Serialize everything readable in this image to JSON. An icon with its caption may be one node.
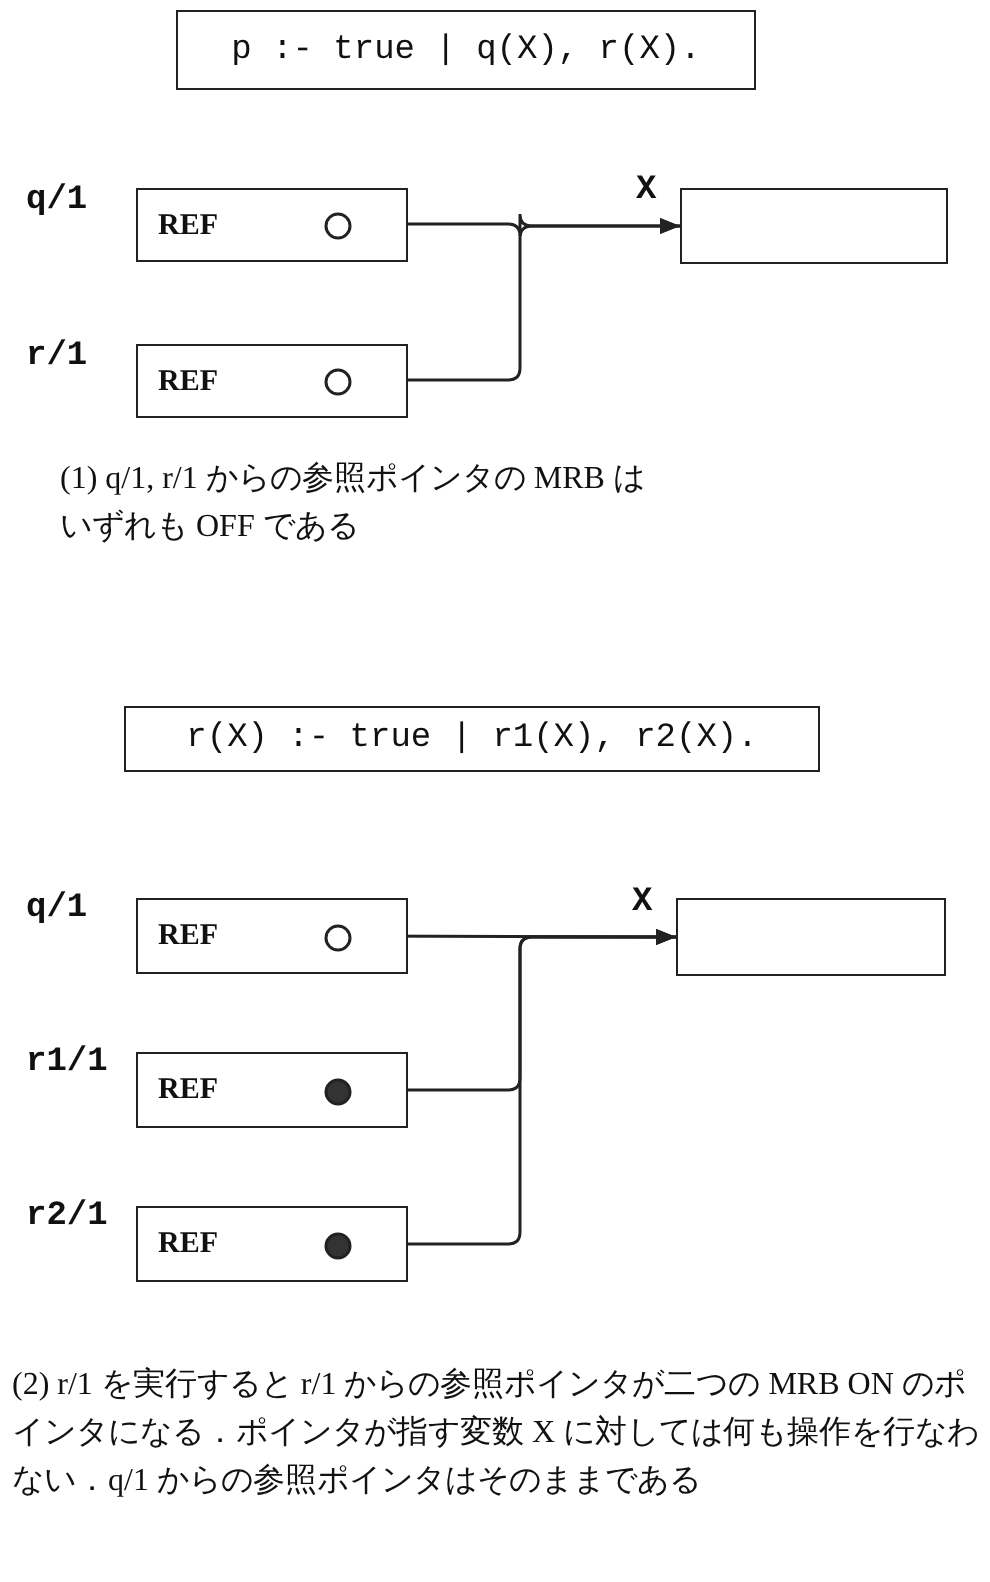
{
  "diagram": {
    "nodes": [
      {
        "text": [
          "p :- true | q(X), r(X)."
        ]
      },
      {
        "text": [
          "q/1",
          "REF"
        ]
      },
      {
        "text": [],
        "shape": "circle",
        "in": 1
      },
      {
        "text": [
          "r/1",
          "REF"
        ]
      },
      {
        "text": [],
        "shape": "circle",
        "in": 3
      },
      {
        "text": [
          "X"
        ]
      },
      {
        "text": [
          "r(X) :- true | r1(X), r2(X)."
        ]
      },
      {
        "text": [
          "q/1",
          "REF"
        ]
      },
      {
        "text": [],
        "shape": "circle",
        "in": 7
      },
      {
        "text": [
          "r1/1",
          "REF"
        ]
      },
      {
        "text": [],
        "shape": "dot",
        "in": 9
      },
      {
        "text": [
          "r2/1",
          "REF"
        ]
      },
      {
        "text": [],
        "shape": "dot",
        "in": 11
      },
      {
        "text": [
          "X"
        ]
      }
    ],
    "edges": [
      {
        "from": 2,
        "to": 5,
        "arrow": "to"
      },
      {
        "from": 4,
        "to": 5,
        "arrow": "to"
      },
      {
        "from": 8,
        "to": 13,
        "arrow": "to"
      },
      {
        "from": 10,
        "to": 13,
        "arrow": "to"
      },
      {
        "from": 12,
        "to": 13,
        "arrow": "to"
      }
    ],
    "labels": [
      "(1) q/1, r/1 からの参照ポインタの MRB はいずれも OFF である",
      "(2) r/1 を実行すると r/1 からの参照ポインタが二つの MRB ON のポインタになる．ポインタが指す変数 X に対しては何も操作を行なわない．q/1 からの参照ポインタはそのままである"
    ]
  }
}
